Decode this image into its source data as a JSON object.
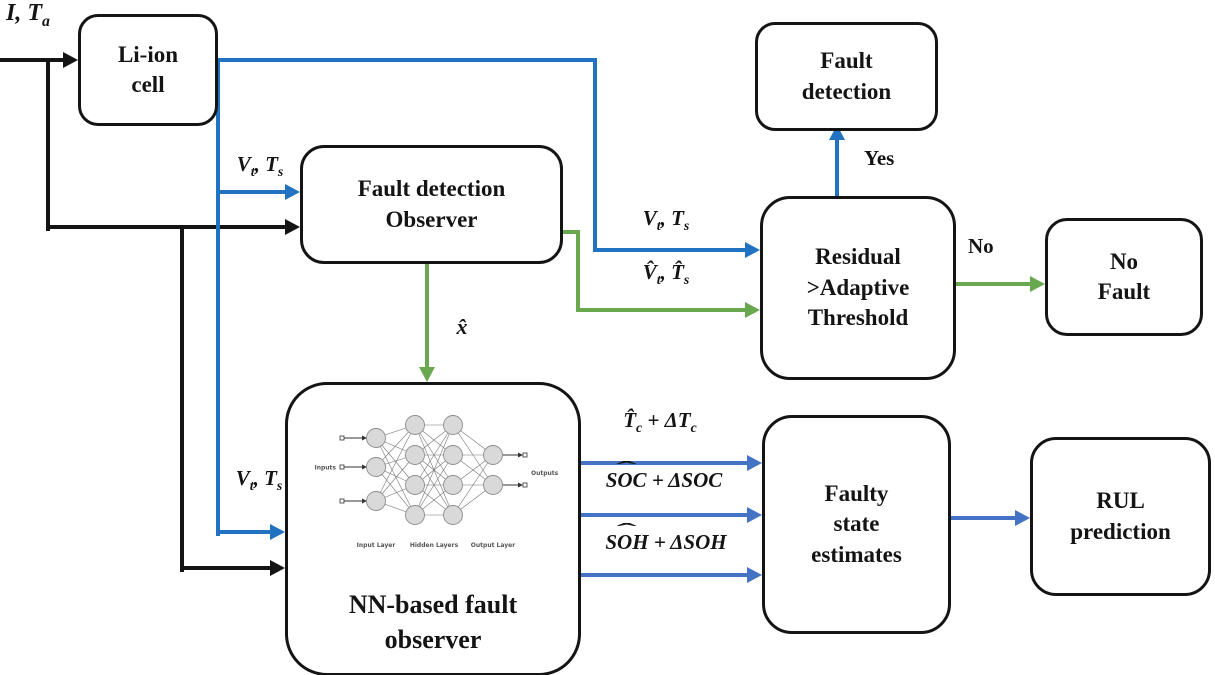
{
  "colors": {
    "black": "#141414",
    "blue": "#2173c2",
    "blue_state": "#4472c4",
    "green": "#6aa84f"
  },
  "boxes": {
    "li_ion": {
      "line1": "Li-ion",
      "line2": "cell"
    },
    "observer": {
      "line1": "Fault detection",
      "line2": "Observer"
    },
    "fault_detection": {
      "line1": "Fault",
      "line2": "detection"
    },
    "residual": {
      "line1": "Residual",
      "line2": ">Adaptive",
      "line3": "Threshold"
    },
    "no_fault": {
      "line1": "No",
      "line2": "Fault"
    },
    "nn_observer": {
      "line1": "NN-based fault",
      "line2": "observer"
    },
    "faulty_state": {
      "line1": "Faulty",
      "line2": "state",
      "line3": "estimates"
    },
    "rul": {
      "line1": "RUL",
      "line2": "prediction"
    }
  },
  "labels": {
    "input": {
      "main": "I, T",
      "sub": "a"
    },
    "vt_ts": {
      "p1": "V",
      "s1": "t",
      "p2": ", T",
      "s2": "s"
    },
    "vhat_that": {
      "p1": "V̂",
      "s1": "t",
      "p2": ", T̂",
      "s2": "s"
    },
    "x_hat": "x̂",
    "yes": "Yes",
    "no": "No",
    "tc": {
      "p1": "T̂",
      "s1": "c",
      "p2": " + ΔT",
      "s2": "c"
    },
    "soc": {
      "hat": "SOC",
      "rest": " + ΔSOC"
    },
    "soh": {
      "hat": "SOH",
      "rest": " + ΔSOH"
    },
    "hat_glyph": "ˆ"
  },
  "nn": {
    "inputs_label": "Inputs",
    "outputs_label": "Outputs",
    "input_layer": "Input Layer",
    "hidden_layers": "Hidden Layers",
    "output_layer": "Output Layer"
  }
}
